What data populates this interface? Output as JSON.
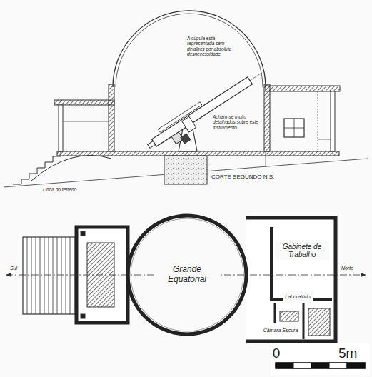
{
  "diagram": {
    "nodes": [
      {
        "text": [
          "Grande Equatorial"
        ]
      },
      {
        "text": [
          "Gabinete de Trabalho"
        ]
      },
      {
        "text": [
          "Laboratório"
        ]
      },
      {
        "text": [
          "Câmara Escura"
        ]
      }
    ],
    "labels": [
      "A cúpula está representada sem detalhes por absoluta desnecessidade",
      "Acham-se muito detalhados sobre este instrumento",
      "CORTE SEGUNDO N.S.",
      "Linha do terreno",
      "Sul",
      "Norte",
      "0",
      "5m"
    ]
  }
}
